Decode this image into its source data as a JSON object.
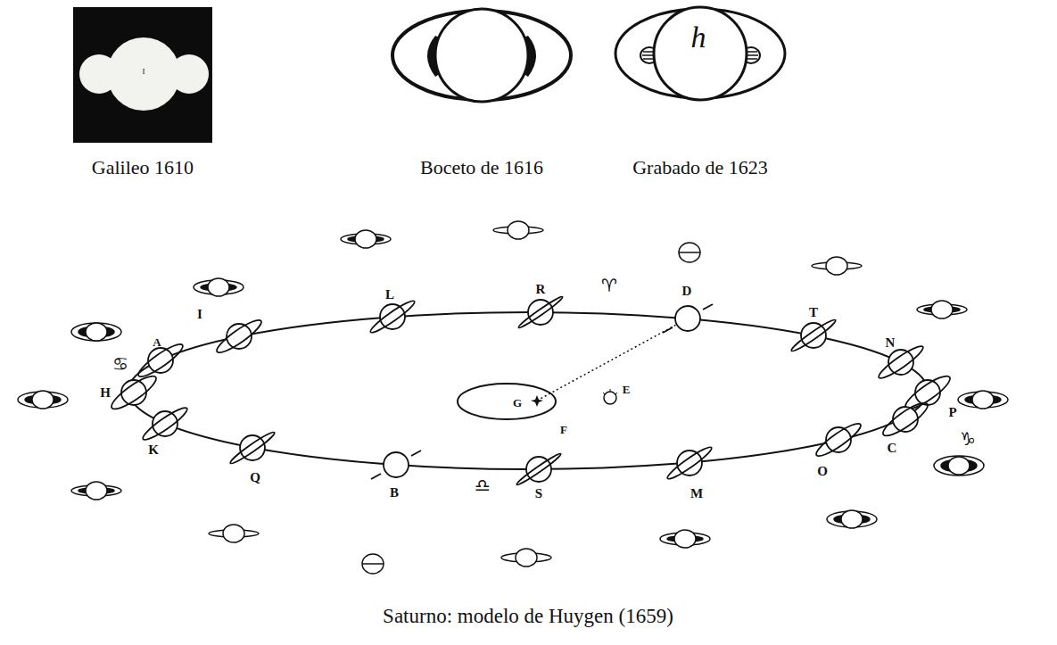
{
  "diagram": {
    "caption": "Saturno: modelo de Huygen (1659)",
    "labels": [
      "Galileo 1610",
      "I",
      "Boceto de 1616",
      "Grabado de 1623",
      "h",
      "I",
      "L",
      "R",
      "♈",
      "D",
      "T",
      "N",
      "P",
      "♑",
      "C",
      "O",
      "M",
      "S",
      "♎",
      "B",
      "Q",
      "K",
      "H",
      "♋",
      "A",
      "G",
      "E",
      "F"
    ]
  }
}
